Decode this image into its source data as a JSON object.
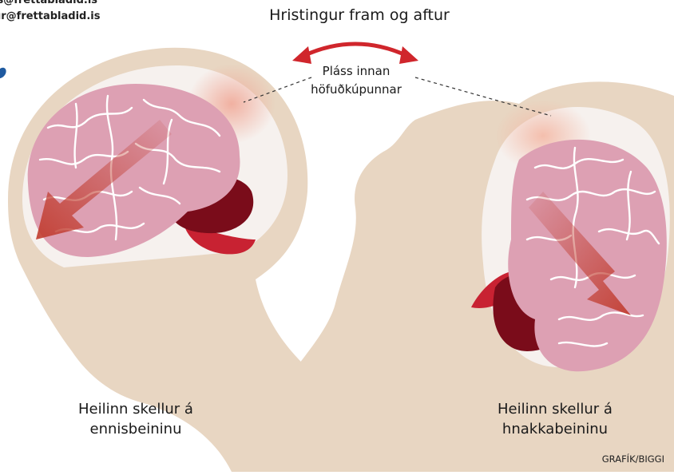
{
  "emails": [
    "is@frettabladid.is",
    "ur@frettabladid.is"
  ],
  "title": "Hristingur fram og aftur",
  "space_label": [
    "Pláss innan",
    "höfuðkúpunnar"
  ],
  "left_caption": [
    "Heilinn skellur á",
    "ennisbeininu"
  ],
  "right_caption": [
    "Heilinn skellur á",
    "hnakkabeininu"
  ],
  "credit": "GRAFÍK/BIGGI",
  "colors": {
    "skin": "#e8d6c2",
    "brain": "#dda0b3",
    "brain_lines": "#ffffff",
    "cerebellum": "#7a0c1a",
    "brainstem": "#c82232",
    "arrow": "#c0392b",
    "arrow_double": "#d0262c",
    "glow": "#f2b9a8"
  }
}
